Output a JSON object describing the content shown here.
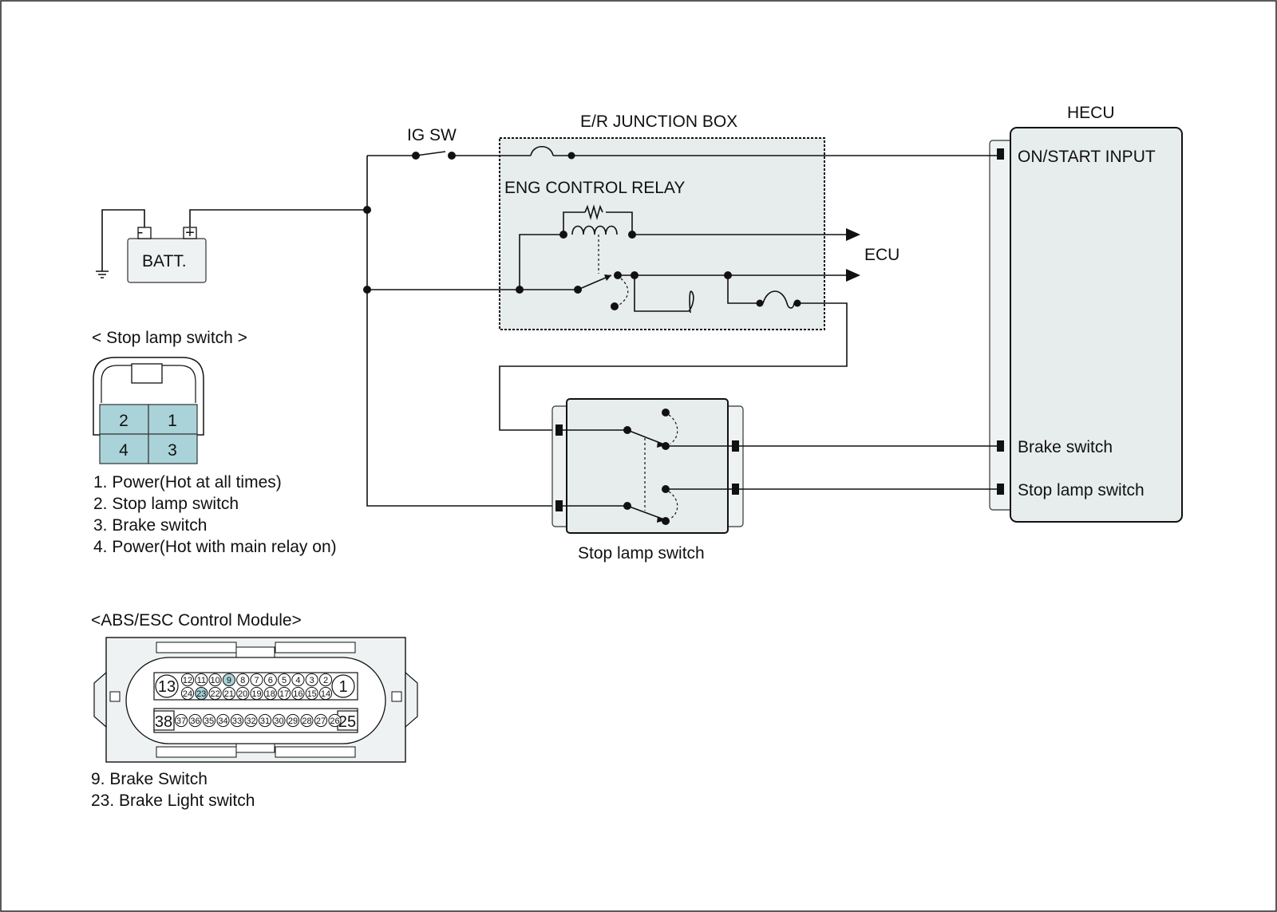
{
  "labels": {
    "ig_sw": "IG SW",
    "junction_box": "E/R JUNCTION BOX",
    "eng_control_relay": "ENG  CONTROL RELAY",
    "ecu": "ECU",
    "hecu": "HECU",
    "on_start_input": "ON/START INPUT",
    "brake_switch": "Brake switch",
    "stop_lamp_switch_hecu": "Stop lamp switch",
    "batt": "BATT.",
    "batt_minus": "-",
    "batt_plus": "+",
    "stop_lamp_switch_component": "Stop lamp switch"
  },
  "stop_lamp_connector": {
    "title": "< Stop lamp switch >",
    "pins": [
      "2",
      "1",
      "4",
      "3"
    ],
    "legend": [
      "1. Power(Hot at all times)",
      "2. Stop lamp switch",
      "3. Brake switch",
      "4. Power(Hot with main relay on)"
    ]
  },
  "abs_connector": {
    "title": "<ABS/ESC Control Module>",
    "big_pins": [
      "13",
      "1",
      "38",
      "25"
    ],
    "row1": [
      "12",
      "11",
      "10",
      "9",
      "8",
      "7",
      "6",
      "5",
      "4",
      "3",
      "2"
    ],
    "row2": [
      "24",
      "23",
      "22",
      "21",
      "20",
      "19",
      "18",
      "17",
      "16",
      "15",
      "14"
    ],
    "row3": [
      "37",
      "36",
      "35",
      "34",
      "33",
      "32",
      "31",
      "30",
      "29",
      "28",
      "27",
      "26"
    ],
    "highlighted_pins": [
      "9",
      "23"
    ],
    "legend": [
      "9. Brake Switch",
      "23. Brake Light switch"
    ]
  },
  "colors": {
    "pin_highlight": "#a9d3d8",
    "component_fill": "#e7ecec",
    "wire": "#111111"
  }
}
